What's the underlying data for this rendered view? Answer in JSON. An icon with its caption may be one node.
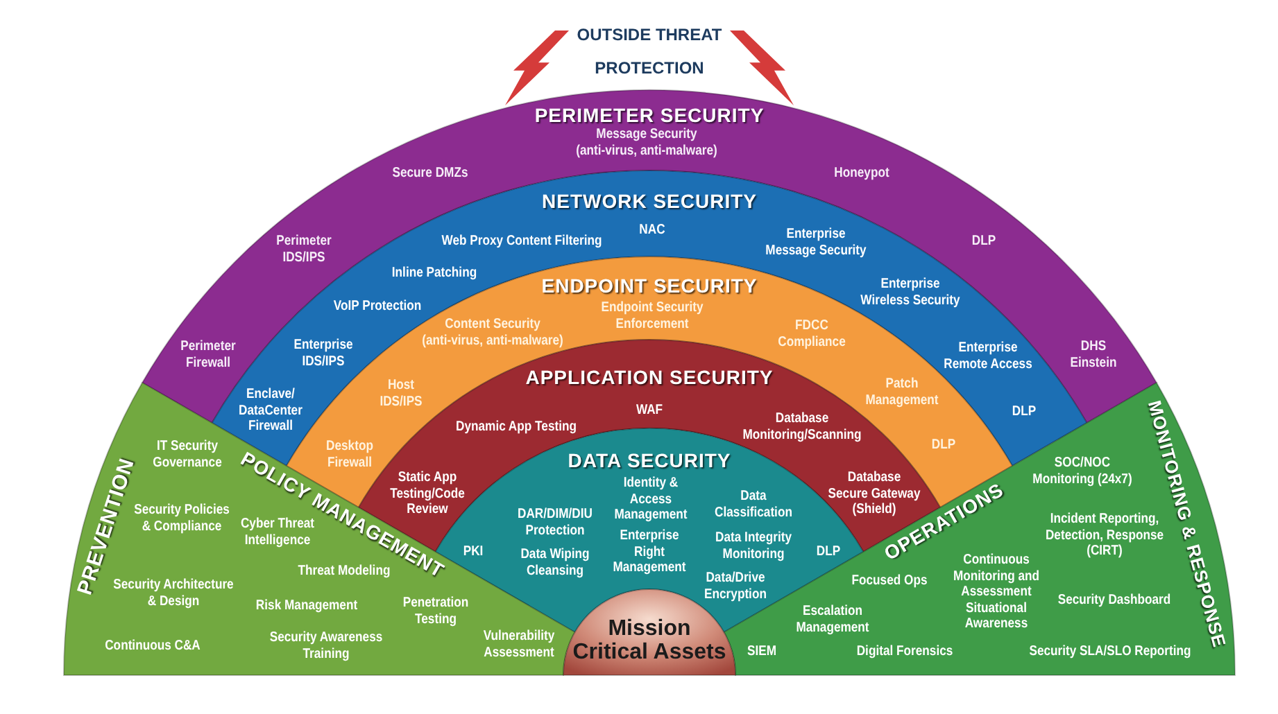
{
  "diagram": {
    "title": "OUTSIDE THREAT PROTECTION",
    "nodes": [
      {
        "text": [
          "PERIMETER SECURITY",
          "Message Security (anti-virus, anti-malware)",
          "Secure DMZs",
          "Honeypot",
          "Perimeter IDS/IPS",
          "DLP",
          "Perimeter Firewall",
          "DHS Einstein"
        ]
      },
      {
        "text": [
          "NETWORK SECURITY",
          "Web Proxy Content Filtering",
          "NAC",
          "Enterprise Message Security",
          "Inline Patching",
          "VoIP Protection",
          "Enterprise Wireless Security",
          "Enterprise IDS/IPS",
          "Enterprise Remote Access",
          "Enclave/ DataCenter Firewall",
          "DLP"
        ]
      },
      {
        "text": [
          "ENDPOINT SECURITY",
          "Content Security (anti-virus, anti-malware)",
          "Endpoint Security Enforcement",
          "FDCC Compliance",
          "Host IDS/IPS",
          "Patch Management",
          "Desktop Firewall",
          "DLP"
        ]
      },
      {
        "text": [
          "APPLICATION SECURITY",
          "WAF",
          "Dynamic App Testing",
          "Database Monitoring/Scanning",
          "Static App Testing/Code Review",
          "Database Secure Gateway (Shield)"
        ]
      },
      {
        "text": [
          "DATA SECURITY",
          "DAR/DIM/DIU Protection",
          "Identity & Access Management",
          "Data Classification",
          "PKI",
          "Data Wiping Cleansing",
          "Enterprise Right Management",
          "Data Integrity Monitoring",
          "DLP",
          "Data/Drive Encryption"
        ]
      },
      {
        "text": [
          "PREVENTION",
          "POLICY MANAGEMENT",
          "IT Security Governance",
          "Security Policies & Compliance",
          "Cyber Threat Intelligence",
          "Threat Modeling",
          "Security Architecture & Design",
          "Risk Management",
          "Penetration Testing",
          "Continuous C&A",
          "Security Awareness Training",
          "Vulnerability Assessment"
        ]
      },
      {
        "text": [
          "OPERATIONS",
          "MONITORING & RESPONSE",
          "SOC/NOC Monitoring (24x7)",
          "Incident Reporting, Detection, Response (CIRT)",
          "Focused Ops",
          "Continuous Monitoring and Assessment Situational Awareness",
          "Security Dashboard",
          "Escalation Management",
          "SIEM",
          "Digital Forensics",
          "Security SLA/SLO Reporting"
        ]
      },
      {
        "text": [
          "Mission Critical Assets"
        ]
      }
    ]
  }
}
